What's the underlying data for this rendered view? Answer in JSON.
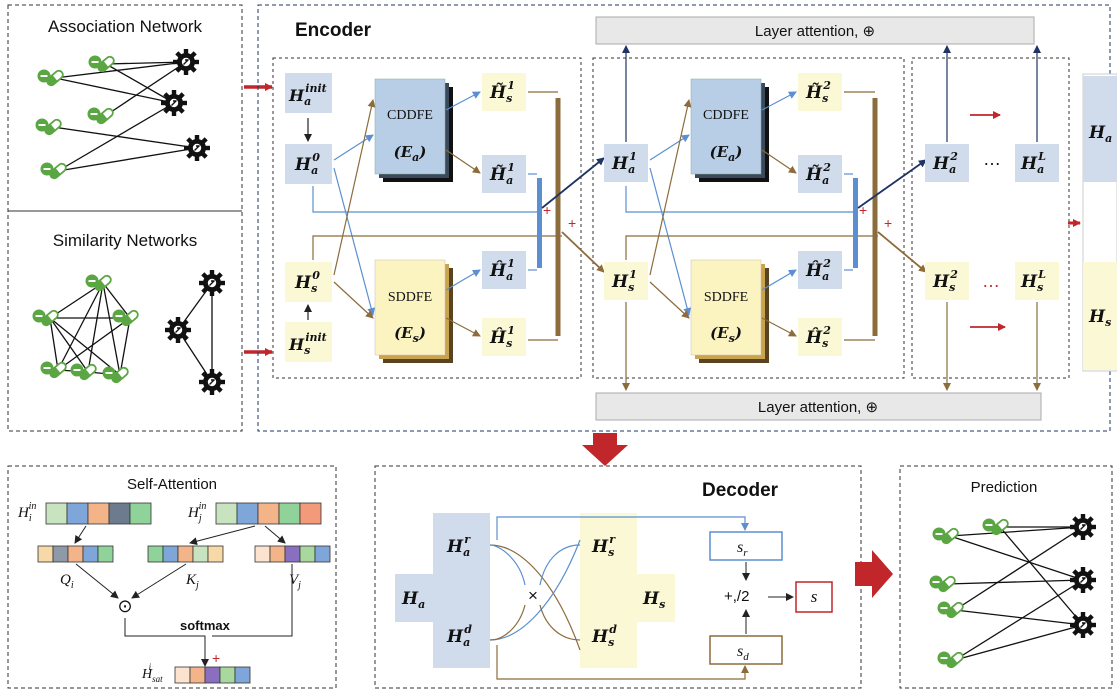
{
  "input": {
    "association_title": "Association Network",
    "similarity_title": "Similarity Networks"
  },
  "encoder": {
    "title": "Encoder",
    "layer_attention_top": "Layer attention, ⊕",
    "layer_attention_bottom": "Layer attention, ⊕",
    "cddfe_name": "CDDFE",
    "cddfe_op": "(E",
    "cddfe_sub": "a",
    "sddfe_name": "SDDFE",
    "sddfe_op": "(E",
    "sddfe_sub": "s",
    "ellipsis": "…",
    "dots_red": "…",
    "plus": "+",
    "ha_main": "H",
    "ha_sub": "a",
    "hs_sub": "s"
  },
  "self_attention": {
    "title": "Self-Attention",
    "hi_label": "H",
    "hi_sub": "i",
    "hi_sup": "in",
    "hj_label": "H",
    "hj_sub": "j",
    "hj_sup": "in",
    "q_label": "Q",
    "q_sub": "i",
    "k_label": "K",
    "k_sub": "j",
    "v_label": "V",
    "v_sub": "j",
    "odot": "⊙",
    "softmax": "softmax",
    "plus": "+",
    "out_label": "H",
    "out_sub": "sat",
    "out_sup": "i"
  },
  "decoder": {
    "title": "Decoder",
    "ha": "H",
    "ha_sub": "a",
    "har_sub": "a",
    "har_sup": "r",
    "had_sub": "a",
    "had_sup": "d",
    "hsr_sub": "s",
    "hsr_sup": "r",
    "hsd_sub": "s",
    "hsd_sup": "d",
    "hs_sub": "s",
    "times": "×",
    "sr": "s",
    "sr_sub": "r",
    "sd": "s",
    "sd_sub": "d",
    "combine": "+,/2",
    "s": "s"
  },
  "prediction": {
    "title": "Prediction"
  },
  "colors": {
    "blue_box": "#d0dcec",
    "yellow_box": "#fbf8d5",
    "blue_line": "#5b8fd1",
    "brown_line": "#8c6c3b",
    "navy": "#1f3464",
    "red": "#c0262a",
    "green": "#5aa642",
    "gray_bar": "#e8e8e8"
  }
}
